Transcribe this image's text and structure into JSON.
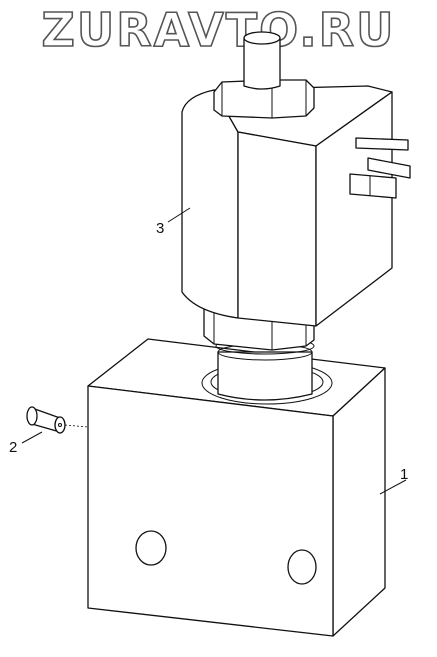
{
  "watermark": {
    "text": "ZURAVTO.RU"
  },
  "callouts": [
    {
      "id": "1",
      "label": "1"
    },
    {
      "id": "2",
      "label": "2"
    },
    {
      "id": "3",
      "label": "3"
    }
  ],
  "colors": {
    "line": "#111111",
    "background": "#ffffff",
    "watermark_outline": "#555555"
  }
}
